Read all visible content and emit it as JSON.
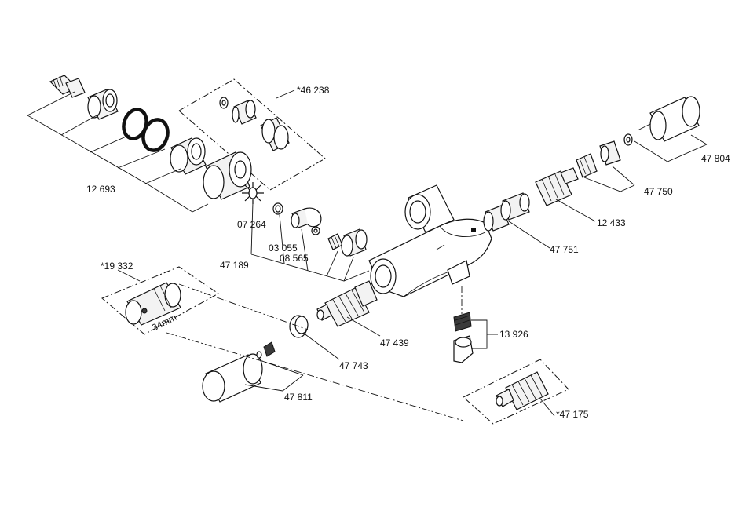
{
  "labels": {
    "p46238": "*46 238",
    "p12693": "12 693",
    "p07264": "07 264",
    "p03055": "03 055",
    "p08565": "08 565",
    "p47189": "47 189",
    "p19332": "*19 332",
    "p34mm": "34mm",
    "p47439": "47 439",
    "p47743": "47 743",
    "p47811": "47 811",
    "p47804": "47 804",
    "p47750": "47 750",
    "p12433": "12 433",
    "p47751": "47 751",
    "p13926": "13 926",
    "p47175": "*47 175"
  }
}
